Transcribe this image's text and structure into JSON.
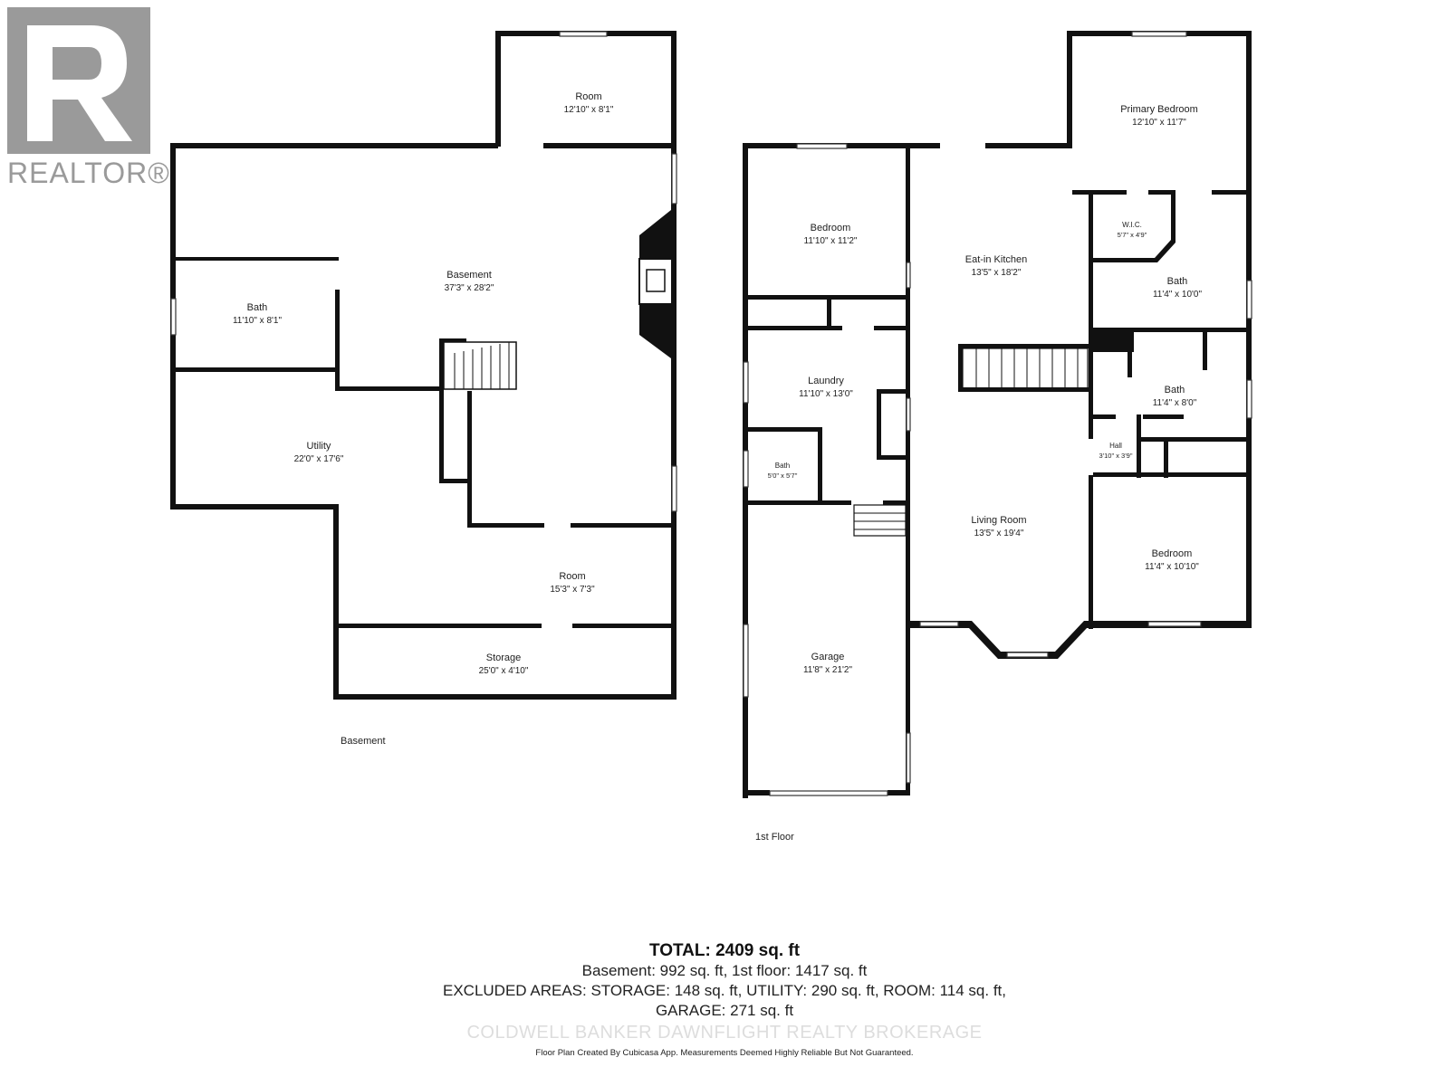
{
  "logo": {
    "wordmark": "REALTOR®",
    "color": "#9a9a9a"
  },
  "basement": {
    "floor_label": "Basement",
    "rooms": {
      "room_top": {
        "name": "Room",
        "dims": "12'10\" x 8'1\""
      },
      "basement": {
        "name": "Basement",
        "dims": "37'3\" x 28'2\""
      },
      "bath": {
        "name": "Bath",
        "dims": "11'10\" x 8'1\""
      },
      "utility": {
        "name": "Utility",
        "dims": "22'0\" x 17'6\""
      },
      "room_lower": {
        "name": "Room",
        "dims": "15'3\" x 7'3\""
      },
      "storage": {
        "name": "Storage",
        "dims": "25'0\" x 4'10\""
      }
    }
  },
  "first_floor": {
    "floor_label": "1st Floor",
    "rooms": {
      "bedroom_left": {
        "name": "Bedroom",
        "dims": "11'10\" x 11'2\""
      },
      "kitchen": {
        "name": "Eat-in Kitchen",
        "dims": "13'5\" x 18'2\""
      },
      "primary_bedroom": {
        "name": "Primary Bedroom",
        "dims": "12'10\" x 11'7\""
      },
      "wic": {
        "name": "W.I.C.",
        "dims": "5'7\" x 4'9\""
      },
      "bath_primary": {
        "name": "Bath",
        "dims": "11'4\" x 10'0\""
      },
      "laundry": {
        "name": "Laundry",
        "dims": "11'10\" x 13'0\""
      },
      "bath_main": {
        "name": "Bath",
        "dims": "11'4\" x 8'0\""
      },
      "hall": {
        "name": "Hall",
        "dims": "3'10\" x 3'9\""
      },
      "bath_small": {
        "name": "Bath",
        "dims": "5'0\" x 5'7\""
      },
      "living_room": {
        "name": "Living Room",
        "dims": "13'5\" x 19'4\""
      },
      "bedroom_right": {
        "name": "Bedroom",
        "dims": "11'4\" x 10'10\""
      },
      "garage": {
        "name": "Garage",
        "dims": "11'8\" x 21'2\""
      }
    }
  },
  "summary": {
    "total": "TOTAL: 2409 sq. ft",
    "line1": "Basement: 992 sq. ft, 1st floor: 1417 sq. ft",
    "line2": "EXCLUDED AREAS: STORAGE: 148 sq. ft, UTILITY: 290 sq. ft, ROOM: 114 sq. ft,",
    "line3": "GARAGE: 271 sq. ft"
  },
  "watermark": "COLDWELL BANKER DAWNFLIGHT REALTY BROKERAGE",
  "disclaimer": "Floor Plan Created By Cubicasa App. Measurements Deemed Highly Reliable But Not Guaranteed."
}
